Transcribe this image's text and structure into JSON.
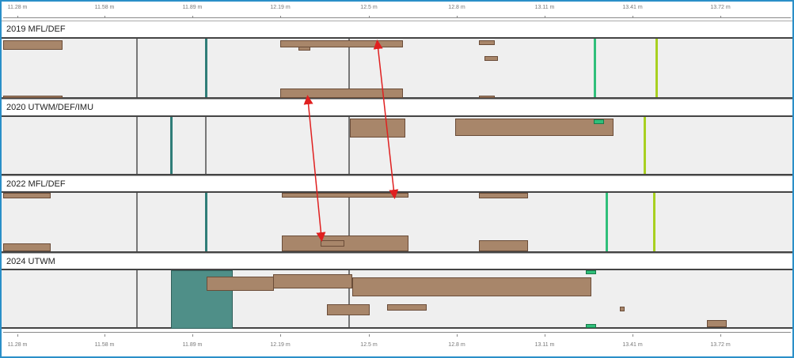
{
  "axis": {
    "ticks": [
      "11.28 m",
      "11.58 m",
      "11.89 m",
      "12.19 m",
      "12.5 m",
      "12.8 m",
      "13.11 m",
      "13.41 m",
      "13.72 m"
    ]
  },
  "lanes": [
    {
      "title": "2019 MFL/DEF"
    },
    {
      "title": "2020 UTWM/DEF/IMU"
    },
    {
      "title": "2022 MFL/DEF"
    },
    {
      "title": "2024 UTWM"
    }
  ],
  "colors": {
    "feature": "#a8866a",
    "arrow": "#e02020",
    "frame": "#2a8fc8",
    "teal": "#2f7d78"
  }
}
